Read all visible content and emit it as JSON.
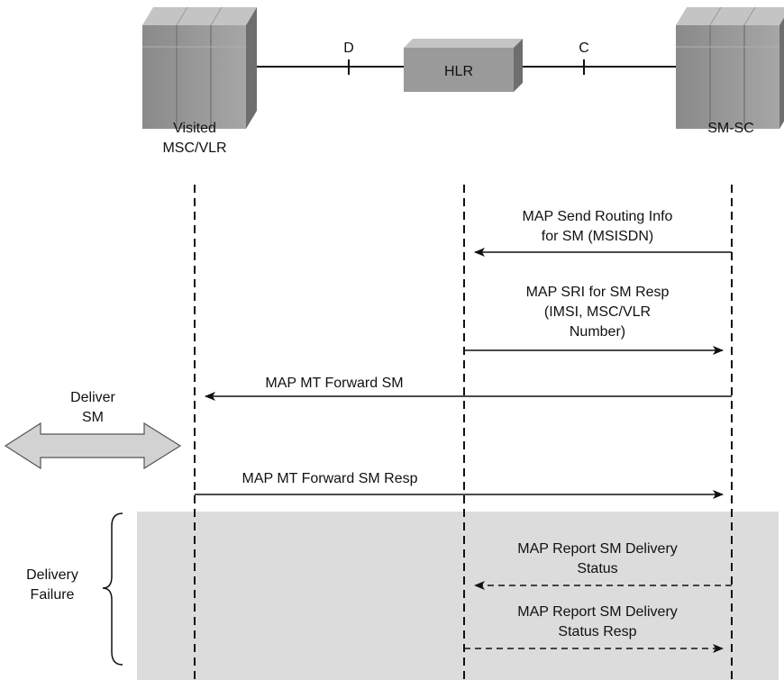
{
  "nodes": {
    "msc_label_line1": "Visited",
    "msc_label_line2": "MSC/VLR",
    "hlr_label": "HLR",
    "smsc_label": "SM-SC"
  },
  "interfaces": {
    "d_label": "D",
    "c_label": "C"
  },
  "messages": {
    "sri_line1": "MAP Send Routing Info",
    "sri_line2": "for SM (MSISDN)",
    "sri_resp_line1": "MAP SRI for SM Resp",
    "sri_resp_line2": "(IMSI, MSC/VLR",
    "sri_resp_line3": "Number)",
    "mt_fwd": "MAP MT Forward SM",
    "mt_fwd_resp": "MAP MT Forward SM Resp",
    "report_line1": "MAP Report SM Delivery",
    "report_line2": "Status",
    "report_resp_line1": "MAP Report SM Delivery",
    "report_resp_line2": "Status Resp"
  },
  "side_labels": {
    "deliver_line1": "Deliver",
    "deliver_line2": "SM",
    "failure_line1": "Delivery",
    "failure_line2": "Failure"
  },
  "colors": {
    "node_fill": "#9a9a9a",
    "node_top": "#c4c4c4",
    "node_side": "#6e6e6e",
    "failure_band": "#dcdcdc",
    "deliver_arrow": "#d2d2d2"
  }
}
